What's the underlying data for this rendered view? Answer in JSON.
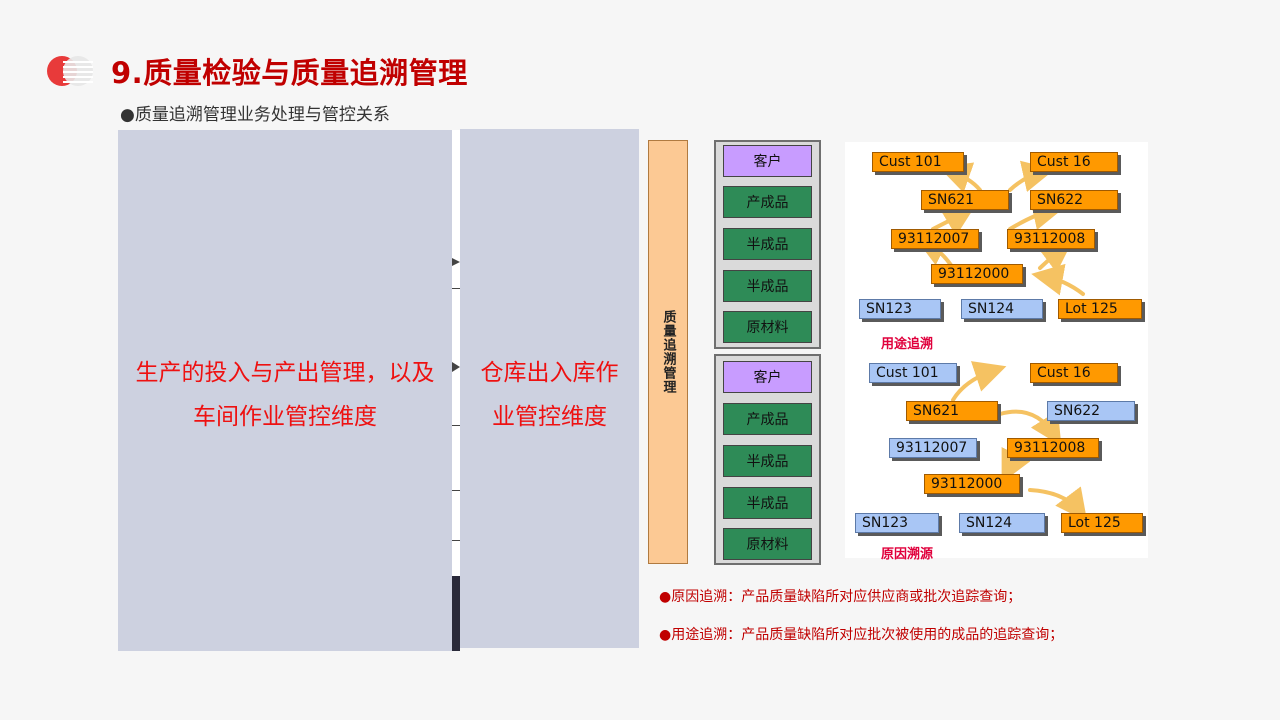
{
  "header": {
    "title": "9.质量检验与质量追溯管理",
    "subtitle": "●质量追溯管理业务处理与管控关系"
  },
  "panels": {
    "left_line1": "生产的投入与产出管理，以及",
    "left_line2": "车间作业管控维度",
    "right_line1": "仓库出入库作",
    "right_line2": "业管控维度"
  },
  "diagram": {
    "vertical_label": "质量追溯管理",
    "stack_top": [
      "客户",
      "产成品",
      "半成品",
      "半成品",
      "原材料"
    ],
    "stack_bottom": [
      "客户",
      "产成品",
      "半成品",
      "半成品",
      "原材料"
    ],
    "trace_use": {
      "label": "用途追溯",
      "nodes": [
        "Cust 101",
        "Cust 16",
        "SN621",
        "SN622",
        "93112007",
        "93112008",
        "93112000",
        "SN123",
        "SN124",
        "Lot 125"
      ]
    },
    "trace_cause": {
      "label": "原因溯源",
      "nodes": [
        "Cust 101",
        "Cust 16",
        "SN621",
        "SN622",
        "93112007",
        "93112008",
        "93112000",
        "SN123",
        "SN124",
        "Lot 125"
      ]
    },
    "colors": {
      "accent": "#c00000",
      "orange_node": "#ff9900",
      "blue_node": "#a9c6f5",
      "customer_box": "#c89cff",
      "material_box": "#2e8b57",
      "vertical_bar": "#fcc994",
      "panel": "#cdd1e0"
    }
  },
  "notes": [
    "●原因追溯：产品质量缺陷所对应供应商或批次追踪查询；",
    "●用途追溯：产品质量缺陷所对应批次被使用的成品的追踪查询；"
  ]
}
